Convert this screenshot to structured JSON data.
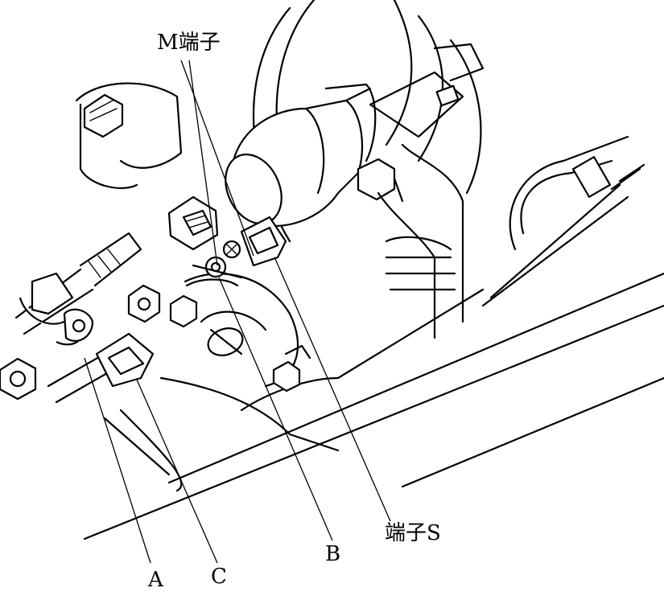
{
  "labels": {
    "m_terminal": "M端子",
    "s_terminal": "端子S",
    "a": "A",
    "b": "B",
    "c": "C"
  }
}
